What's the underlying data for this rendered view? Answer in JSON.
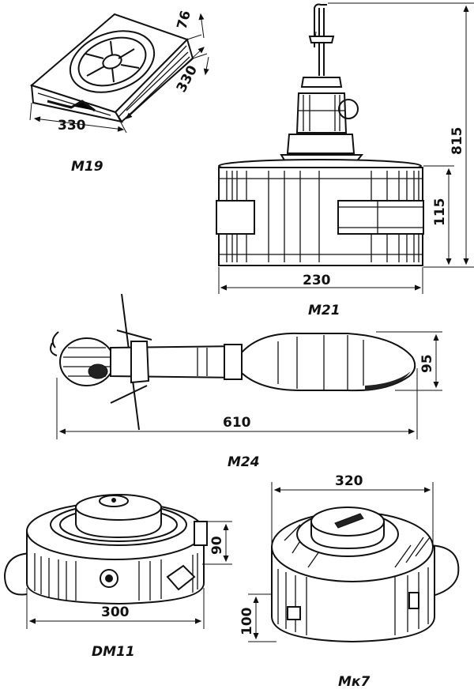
{
  "items": [
    {
      "caption": "M19",
      "dimensions": [
        "330",
        "330",
        "76"
      ]
    },
    {
      "caption": "M21",
      "dimensions": [
        "815",
        "115",
        "230"
      ]
    },
    {
      "caption": "M24",
      "dimensions": [
        "95",
        "610"
      ]
    },
    {
      "caption": "DM11",
      "dimensions": [
        "90",
        "300"
      ]
    },
    {
      "caption": "Mк7",
      "dimensions": [
        "320",
        "100"
      ]
    }
  ]
}
